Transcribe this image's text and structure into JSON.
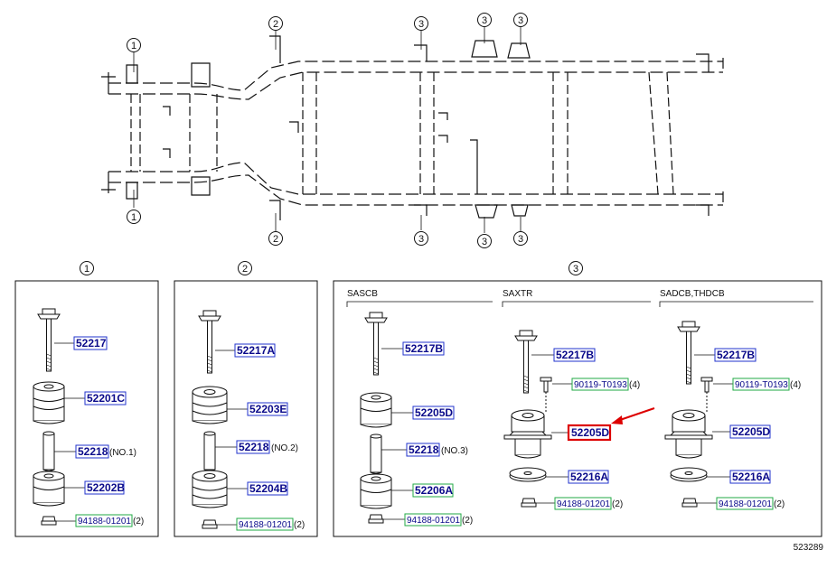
{
  "callouts": {
    "c1": "1",
    "c2": "2",
    "c3": "3"
  },
  "group_labels": {
    "sascb": "SASCB",
    "saxtr": "SAXTR",
    "sadcb": "SADCB,THDCB"
  },
  "panel1": {
    "bolt": "52217",
    "upper_cushion": "52201C",
    "collar": "52218",
    "collar_note": "(NO.1)",
    "lower_cushion": "52202B",
    "nut": "94188-01201",
    "nut_qty": "(2)"
  },
  "panel2": {
    "bolt": "52217A",
    "upper_cushion": "52203E",
    "collar": "52218",
    "collar_note": "(NO.2)",
    "lower_cushion": "52204B",
    "nut": "94188-01201",
    "nut_qty": "(2)"
  },
  "panel3_sascb": {
    "bolt": "52217B",
    "upper_cushion": "52205D",
    "collar": "52218",
    "collar_note": "(NO.3)",
    "lower_cushion": "52206A",
    "nut": "94188-01201",
    "nut_qty": "(2)"
  },
  "panel3_saxtr": {
    "bolt": "52217B",
    "screw": "90119-T0193",
    "screw_qty": "(4)",
    "cushion": "52205D",
    "washer": "52216A",
    "nut": "94188-01201",
    "nut_qty": "(2)"
  },
  "panel3_sadcb": {
    "bolt": "52217B",
    "screw": "90119-T0193",
    "screw_qty": "(4)",
    "cushion": "52205D",
    "washer": "52216A",
    "nut": "94188-01201",
    "nut_qty": "(2)"
  },
  "ref_number": "523289",
  "colors": {
    "code_text": "#0a0a8a",
    "code_box_blue": "#2233cc",
    "code_box_green": "#22aa44",
    "highlight_red": "#dd0000",
    "line": "#111111"
  }
}
